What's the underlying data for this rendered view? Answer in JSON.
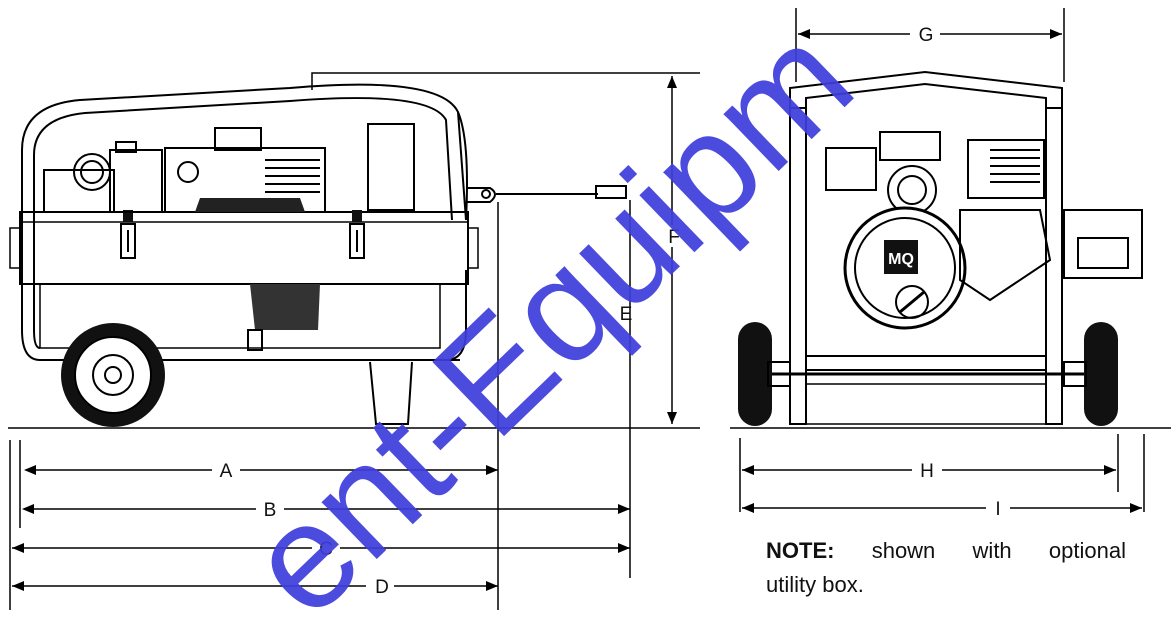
{
  "watermark": "ent-Equipm",
  "dimension_labels": {
    "A": "A",
    "B": "B",
    "C": "C",
    "D": "D",
    "E": "E",
    "F": "F",
    "G": "G",
    "H": "H",
    "I": "I"
  },
  "note": {
    "heading": "NOTE:",
    "text_line1": "shown with optional",
    "text_line2": "utility box."
  },
  "logo_text": "MQ",
  "colors": {
    "line": "#000000",
    "watermark": "#3d3ddc",
    "background": "#ffffff"
  }
}
